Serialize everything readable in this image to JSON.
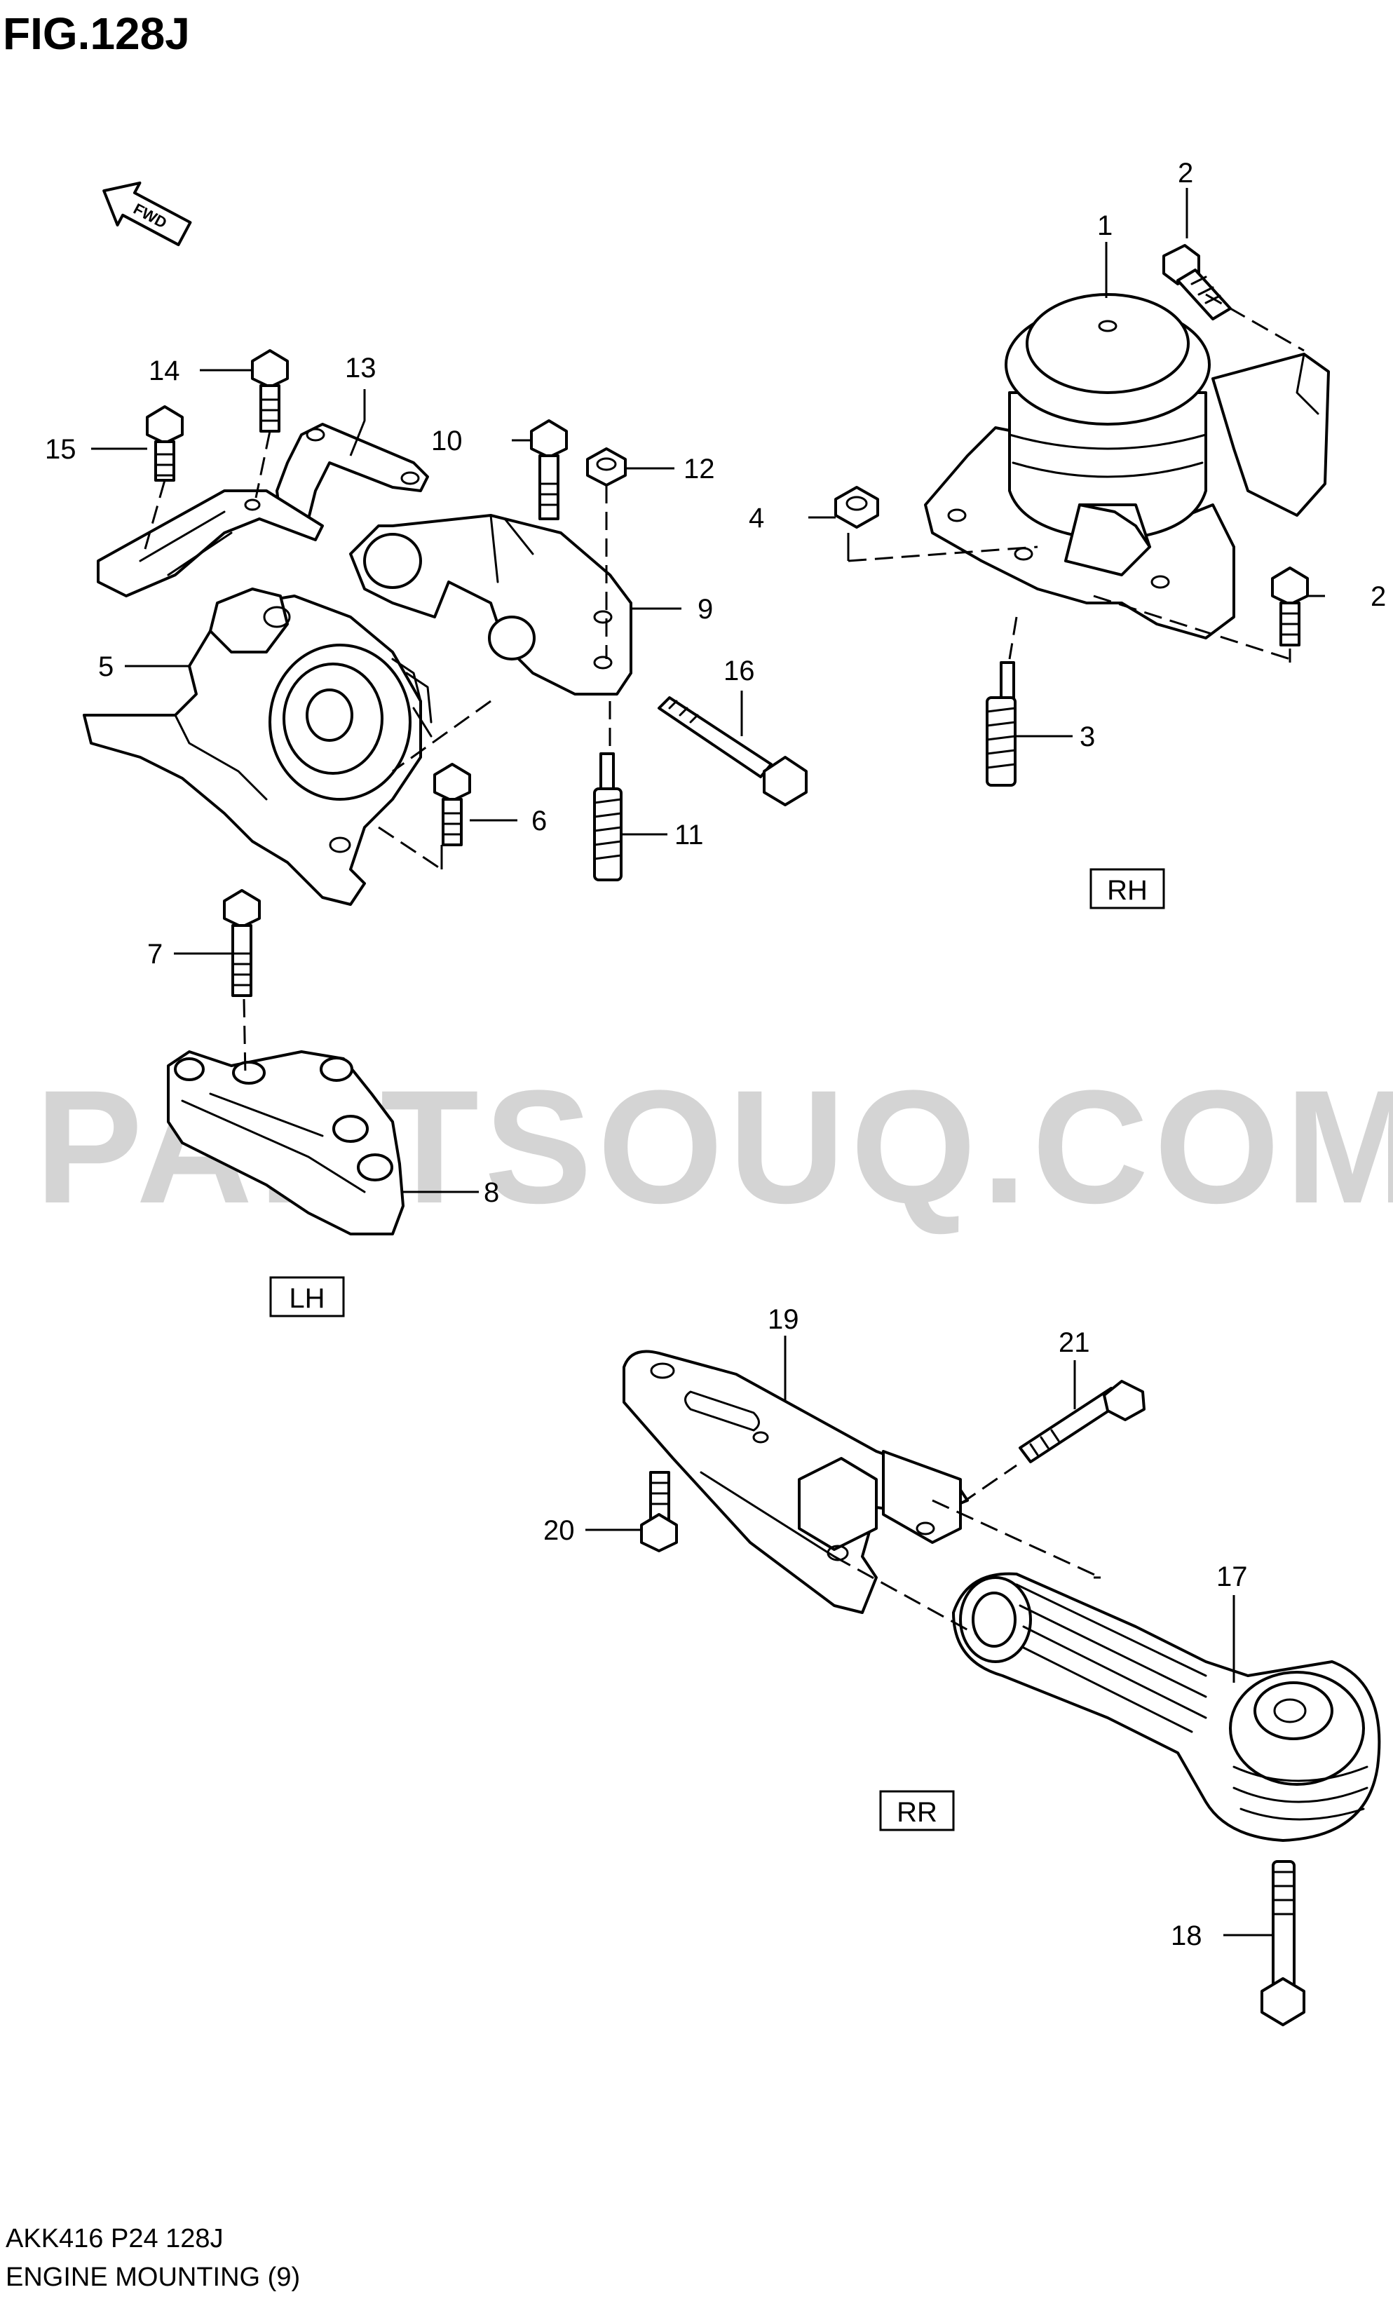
{
  "figure": {
    "title": "FIG.128J",
    "footer_code": "AKK416 P24 128J",
    "footer_title": "ENGINE MOUNTING (9)"
  },
  "watermark": "PARTSOUQ.COM",
  "direction_arrow": {
    "label": "FWD",
    "icon": "fwd-arrow-icon"
  },
  "sections": {
    "rh": "RH",
    "lh": "LH",
    "rr": "RR"
  },
  "callouts": [
    "1",
    "2",
    "2",
    "3",
    "4",
    "5",
    "6",
    "7",
    "8",
    "9",
    "10",
    "11",
    "12",
    "13",
    "14",
    "15",
    "16",
    "17",
    "18",
    "19",
    "20",
    "21"
  ],
  "colors": {
    "line": "#000000",
    "background": "#ffffff",
    "watermark": "#c9c9c9"
  }
}
